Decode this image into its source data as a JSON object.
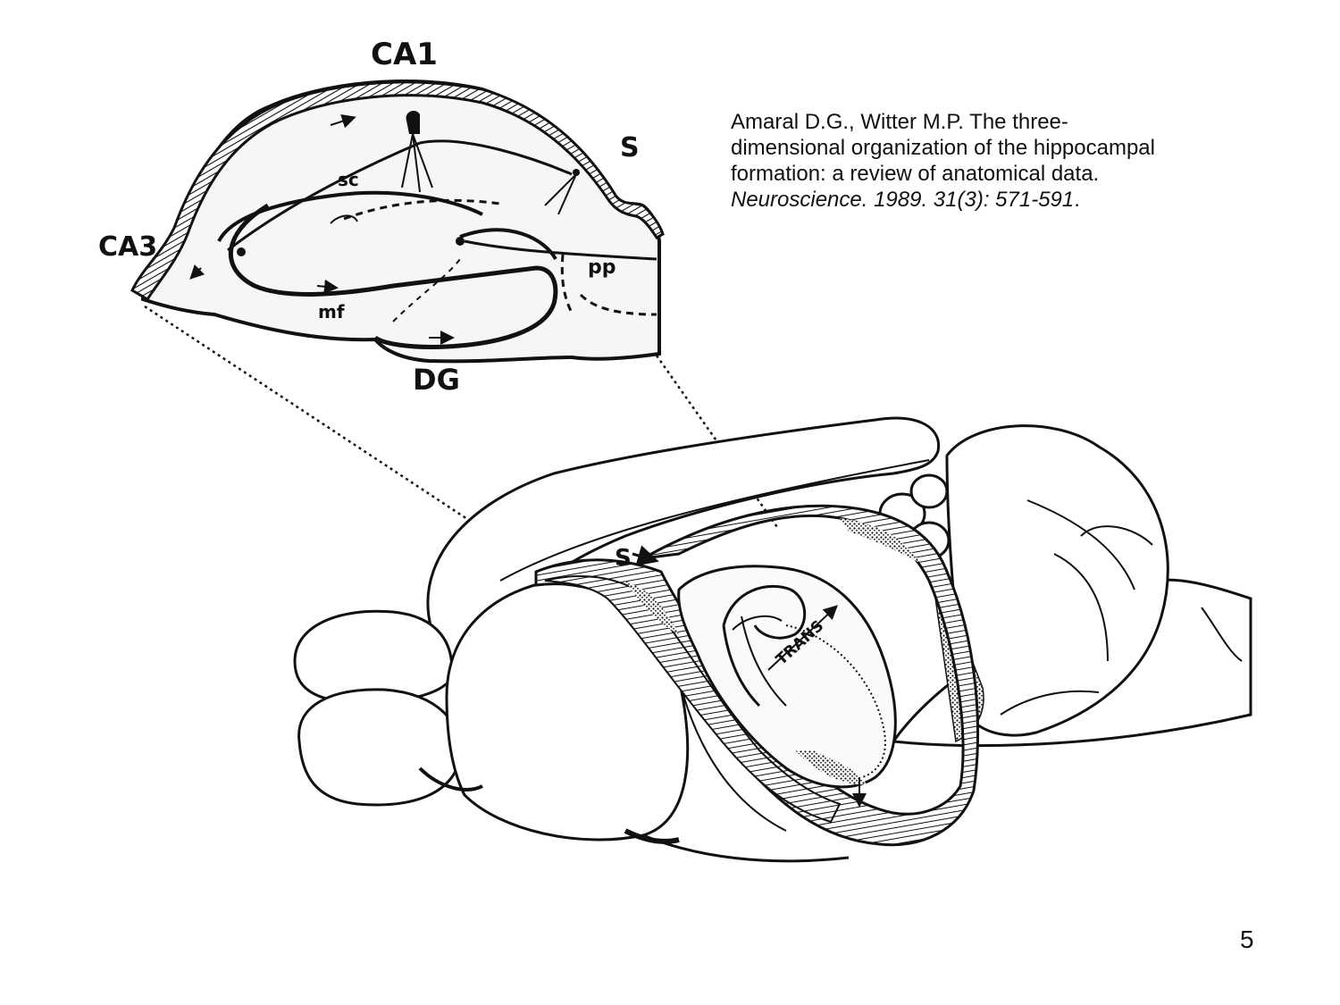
{
  "diagram": {
    "labels": {
      "ca1": "CA1",
      "s_top": "S",
      "ca3": "CA3",
      "sc": "sc",
      "mf": "mf",
      "pp": "pp",
      "dg": "DG",
      "s_brain": "S",
      "trans": "TRANS"
    }
  },
  "citation": {
    "line1": "Amaral D.G., Witter M.P. The three-",
    "line2": "dimensional organization of the hippocampal",
    "line3": "formation: a review of anatomical data.",
    "journal": "Neuroscience. 1989. 31(3): 571-591",
    "journal_end": "."
  },
  "slide": {
    "number": "5"
  },
  "colors": {
    "ink": "#111111",
    "background": "#ffffff",
    "fill": "#f7f7f7"
  }
}
